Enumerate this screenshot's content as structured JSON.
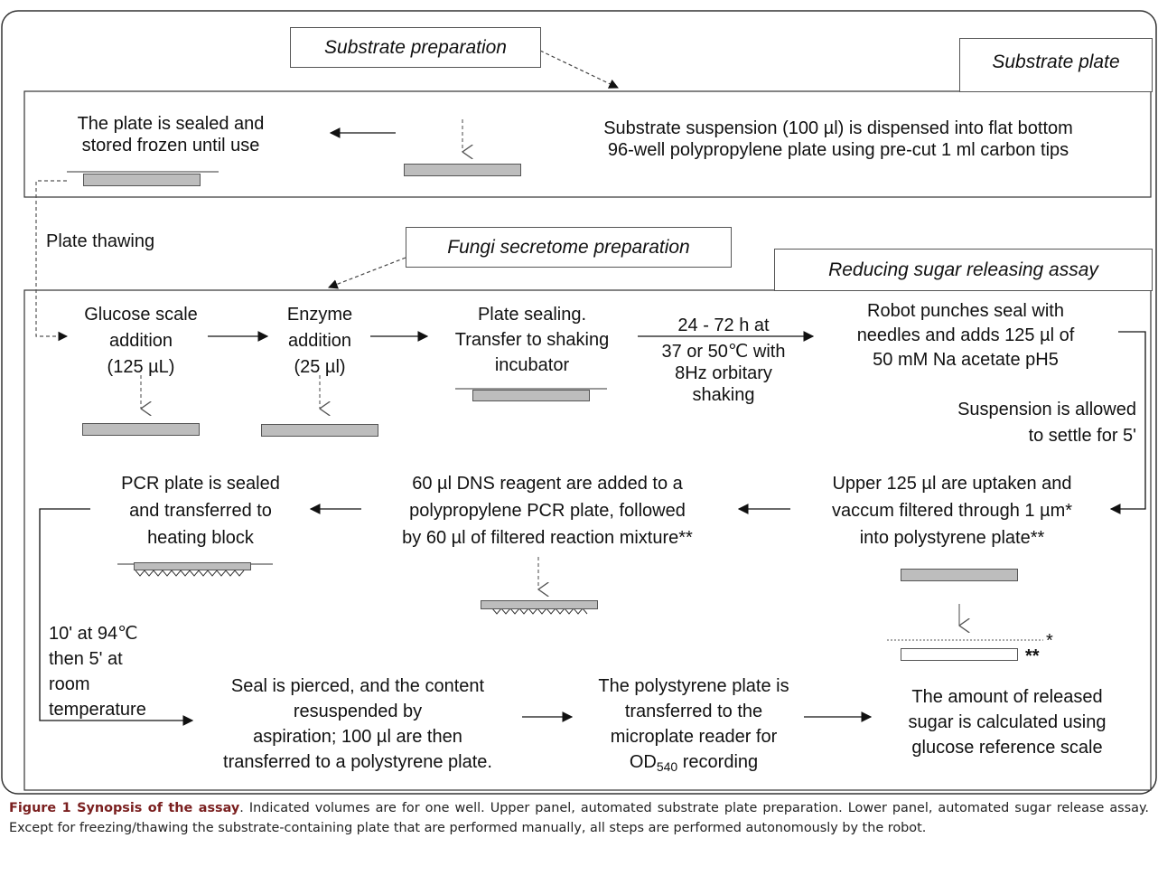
{
  "tags": {
    "substrate_preparation": "Substrate preparation",
    "substrate_plate": "Substrate plate",
    "fungi_secretome_preparation": "Fungi secretome preparation",
    "reducing_sugar_assay": "Reducing sugar releasing  assay"
  },
  "upper_panel": {
    "sealed_frozen": [
      "The plate is sealed and",
      "stored frozen until use"
    ],
    "dispensed": [
      "Substrate suspension (100 µl) is dispensed into flat bottom",
      "96-well polypropylene plate using pre-cut 1 ml carbon tips"
    ]
  },
  "plate_thawing": "Plate thawing",
  "lower_panel": {
    "glucose_scale": [
      "Glucose scale",
      "addition",
      "(125 µL)"
    ],
    "enzyme_addition": [
      "Enzyme",
      "addition",
      "(25 µl)"
    ],
    "plate_sealing": [
      "Plate sealing.",
      "Transfer to shaking",
      "incubator"
    ],
    "incubation_time": "24 - 72 h at",
    "incubation_conditions": [
      "37 or 50℃ with",
      "8Hz orbitary",
      "shaking"
    ],
    "robot_punches": [
      "Robot punches seal with",
      "needles and adds 125 µl of",
      "50 mM Na acetate pH5"
    ],
    "settle": [
      "Suspension is allowed",
      "to settle for 5'"
    ],
    "upper_uptake": [
      "Upper 125 µl are uptaken and",
      "vaccum filtered through 1 µm*",
      "into polystyrene plate**"
    ],
    "dns_reagent": [
      "60 µl DNS reagent are added to a",
      "polypropylene PCR plate,  followed",
      "by  60 µl of filtered reaction mixture**"
    ],
    "pcr_sealed": [
      "PCR plate is sealed",
      "and transferred to",
      "heating block"
    ],
    "heating": [
      "10' at 94℃",
      "then 5' at",
      "room",
      "temperature"
    ],
    "seal_pierced": [
      "Seal is pierced, and the content",
      "resuspended by",
      "aspiration; 100 µl  are then",
      "transferred to a polystyrene plate."
    ],
    "reader": [
      "The polystyrene plate is",
      "transferred to the",
      "microplate reader for"
    ],
    "reader_od": "OD",
    "reader_od_sub": "540",
    "reader_od_tail": " recording",
    "amount_released": [
      "The amount of released",
      "sugar is calculated using",
      "glucose reference scale"
    ],
    "marker_single": "*",
    "marker_double": "**"
  },
  "caption": {
    "label": "Figure 1 Synopsis of the assay",
    "text": ". Indicated volumes are for one well. Upper panel, automated substrate plate preparation. Lower panel, automated sugar release assay. Except for freezing/thawing the substrate-containing plate that are performed manually, all steps are performed autonomously by the robot."
  },
  "colors": {
    "plate_fill": "#bdbdbd",
    "border": "#555555",
    "caption_label": "#7a1f1f"
  }
}
